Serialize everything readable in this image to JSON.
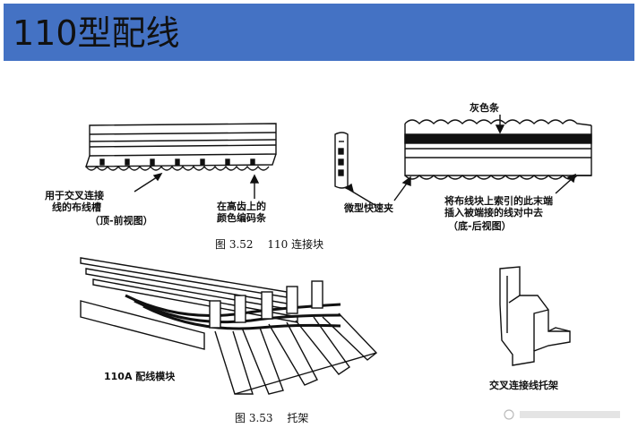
{
  "header": {
    "title": "110型配线"
  },
  "figure_352": {
    "label_crossconnect": [
      "用于交叉连接",
      "线的布线槽"
    ],
    "label_front_view": "（顶-前视图）",
    "label_color_code": [
      "在高齿上的",
      "颜色编码条"
    ],
    "label_gray_strip": "灰色条",
    "label_quick_clip": "微型快速夹",
    "label_wire_note": [
      "将布线块上索引的此末端",
      "插入被端接的线对中去"
    ],
    "label_back_view": "（底-后视图）",
    "caption": "图 3.52　 110 连接块"
  },
  "figure_353": {
    "label_module": "110A 配线模块",
    "label_bracket": "交叉连接线托架",
    "caption": "图 3.53　  托架"
  },
  "colors": {
    "title_bar": "#4472c4",
    "ink": "#111111"
  }
}
